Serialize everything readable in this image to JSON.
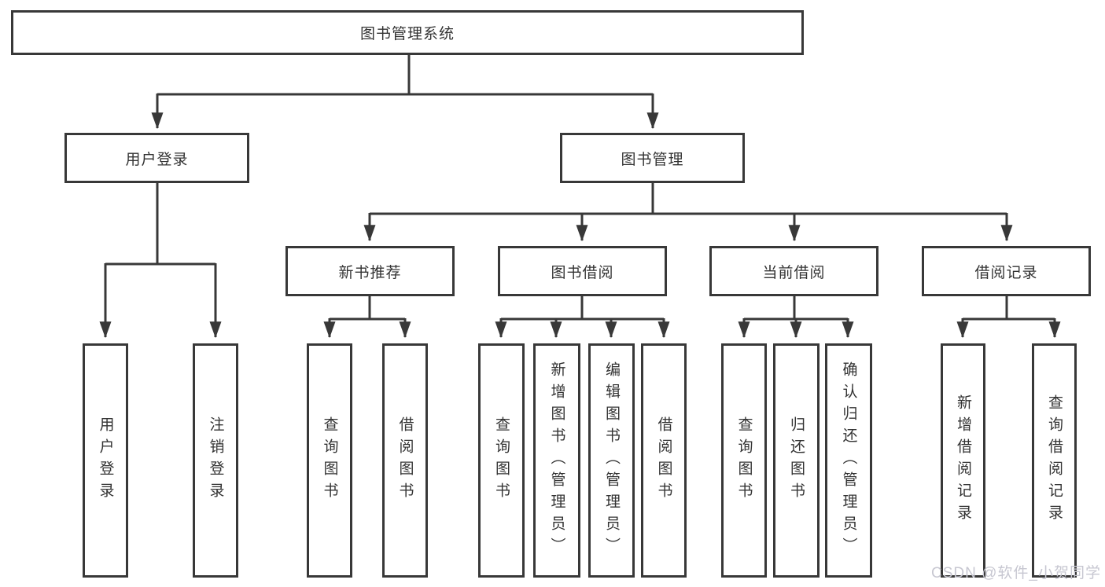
{
  "tree": {
    "label": "图书管理系统",
    "children": [
      {
        "label": "用户登录",
        "children": [
          {
            "label": "用户登录"
          },
          {
            "label": "注销登录"
          }
        ]
      },
      {
        "label": "图书管理",
        "children": [
          {
            "label": "新书推荐",
            "children": [
              {
                "label": "查询图书"
              },
              {
                "label": "借阅图书"
              }
            ]
          },
          {
            "label": "图书借阅",
            "children": [
              {
                "label": "查询图书"
              },
              {
                "label": "新增图书（管理员）"
              },
              {
                "label": "编辑图书（管理员）"
              },
              {
                "label": "借阅图书"
              }
            ]
          },
          {
            "label": "当前借阅",
            "children": [
              {
                "label": "查询图书"
              },
              {
                "label": "归还图书"
              },
              {
                "label": "确认归还（管理员）"
              }
            ]
          },
          {
            "label": "借阅记录",
            "children": [
              {
                "label": "新增借阅记录"
              },
              {
                "label": "查询借阅记录"
              }
            ]
          }
        ]
      }
    ]
  },
  "watermark": {
    "text": "CSDN @软件_小贺同学"
  },
  "colors": {
    "line": "#383838",
    "text": "#333333",
    "watermark": "#c7c7d1",
    "background": "#ffffff"
  }
}
